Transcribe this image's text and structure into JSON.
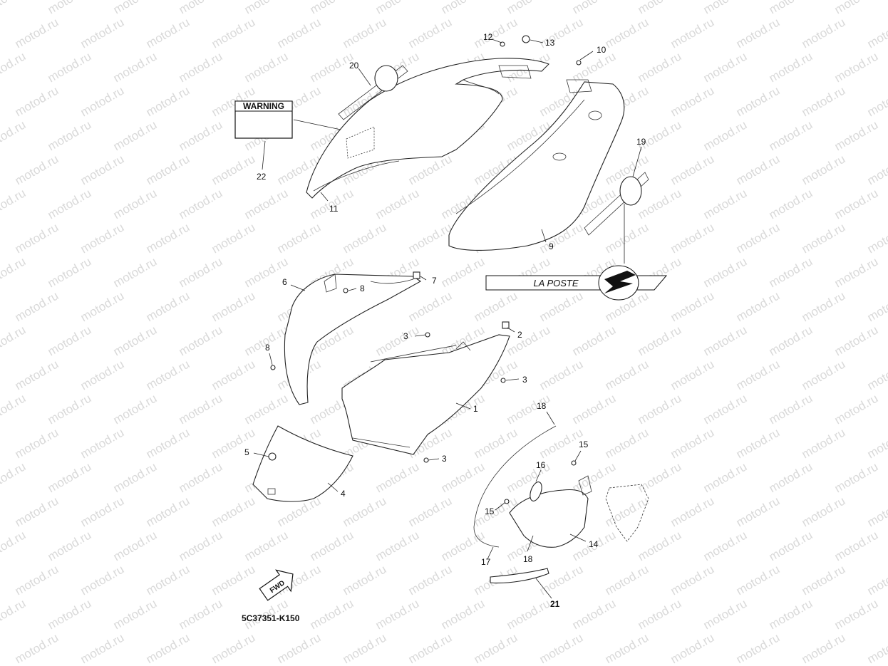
{
  "diagram": {
    "code": "5C37351-K150",
    "watermark": "motod.ru",
    "warning_label": "WARNING",
    "logo_text": "LA POSTE",
    "fwd_text": "FWD",
    "callouts": {
      "c1": "1",
      "c2": "2",
      "c3a": "3",
      "c3b": "3",
      "c3c": "3",
      "c4": "4",
      "c5": "5",
      "c6": "6",
      "c7": "7",
      "c8a": "8",
      "c8b": "8",
      "c9": "9",
      "c10": "10",
      "c11": "11",
      "c12": "12",
      "c13": "13",
      "c14": "14",
      "c15a": "15",
      "c15b": "15",
      "c16": "16",
      "c17": "17",
      "c18a": "18",
      "c18b": "18",
      "c19": "19",
      "c20": "20",
      "c21": "21",
      "c22": "22"
    }
  }
}
